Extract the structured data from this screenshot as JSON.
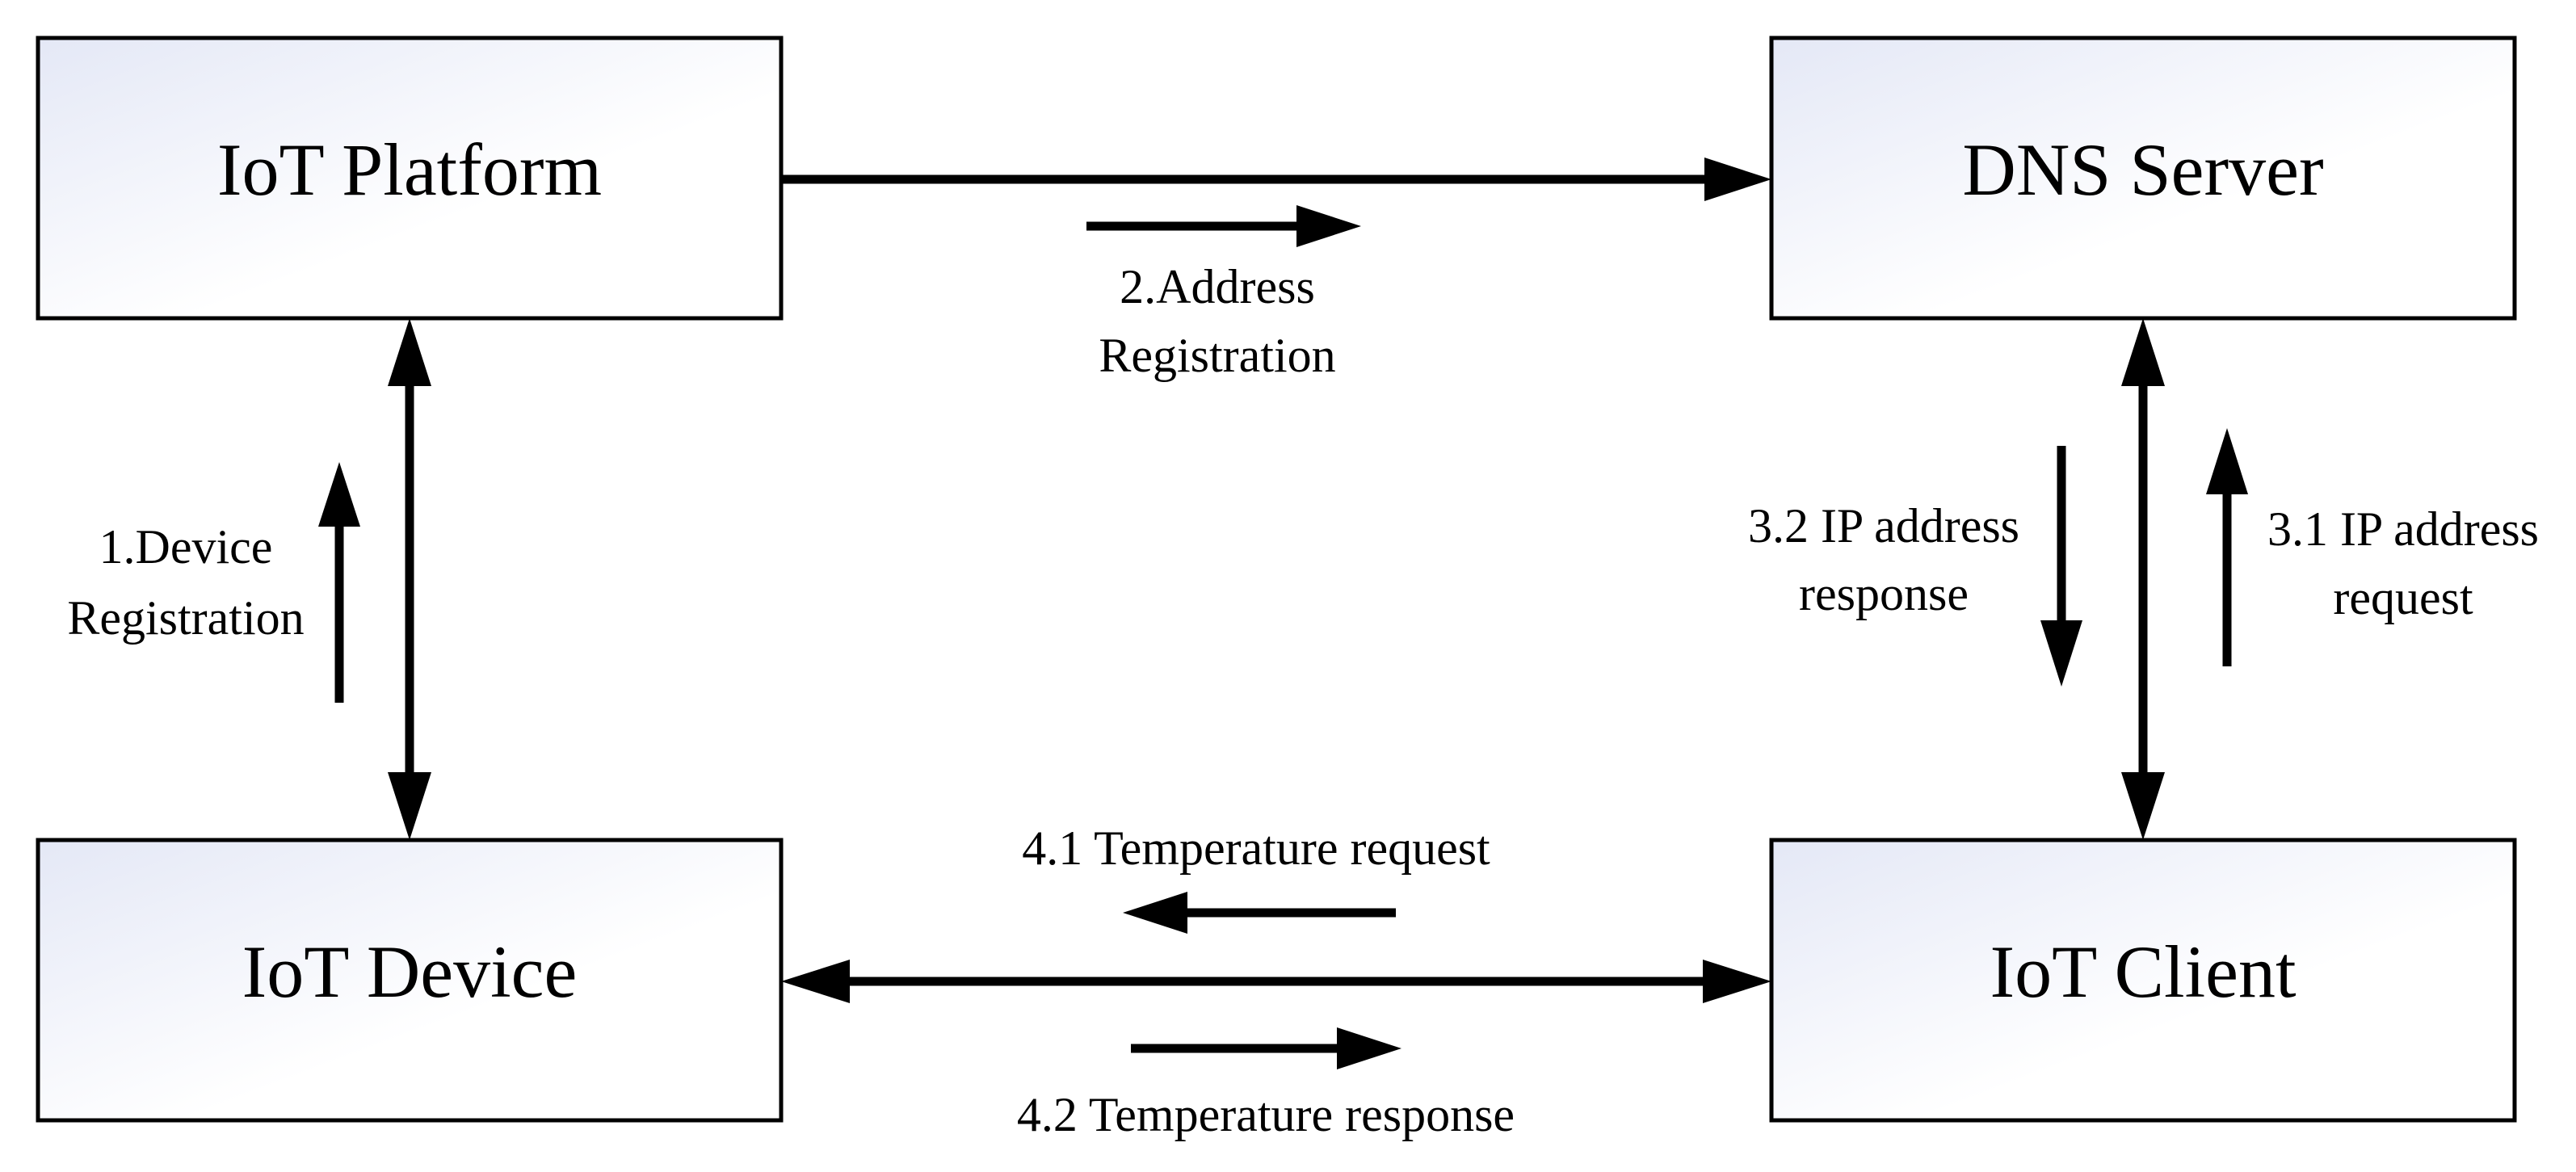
{
  "nodes": {
    "iot_platform": "IoT Platform",
    "dns_server": "DNS Server",
    "iot_device": "IoT Device",
    "iot_client": "IoT Client"
  },
  "labels": {
    "device_registration": [
      "1.Device",
      "Registration"
    ],
    "address_registration": [
      "2.Address",
      "Registration"
    ],
    "ip_request": [
      "3.1 IP address",
      "request"
    ],
    "ip_response": [
      "3.2 IP address",
      "response"
    ],
    "temp_request": "4.1 Temperature request",
    "temp_response": "4.2 Temperature response"
  },
  "colors": {
    "box_fill_light": "#ffffff",
    "box_fill_tint": "#e4e8f6",
    "stroke": "#000000"
  }
}
